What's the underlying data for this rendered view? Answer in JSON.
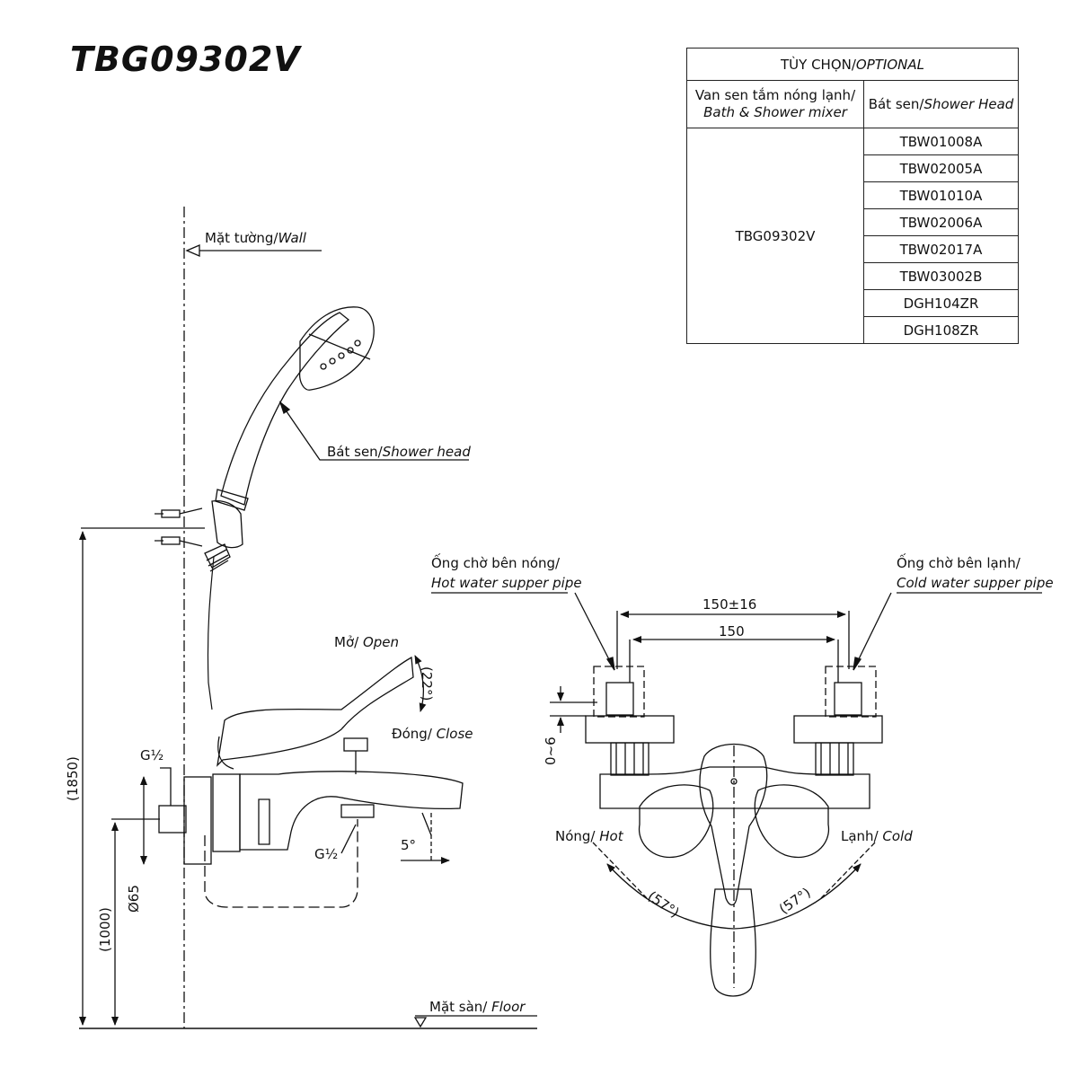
{
  "title": "TBG09302V",
  "table": {
    "header": {
      "vn": "TÙY CHỌN/",
      "en": "OPTIONAL"
    },
    "col1": {
      "vn": "Van sen tắm nóng lạnh/",
      "en": "Bath & Shower mixer"
    },
    "col2": {
      "vn": "Bát sen/",
      "en": "Shower Head"
    },
    "mixer_model": "TBG09302V",
    "shower_heads": [
      "TBW01008A",
      "TBW02005A",
      "TBW01010A",
      "TBW02006A",
      "TBW02017A",
      "TBW03002B",
      "DGH104ZR",
      "DGH108ZR"
    ]
  },
  "side": {
    "wall": {
      "vn": "Mặt tường/",
      "en": "Wall"
    },
    "shower_head": {
      "vn": "Bát sen/",
      "en": "Shower head"
    },
    "open": {
      "vn": "Mở/ ",
      "en": "Open"
    },
    "close": {
      "vn": "Đóng/ ",
      "en": "Close"
    },
    "angle_lever": "(22°)",
    "angle_spout": "5°",
    "thread_in": "G½",
    "thread_out": "G½",
    "dim_total": "(1850)",
    "dim_mixer": "(1000)",
    "dim_cover": "Ø65",
    "floor": {
      "vn": "Mặt sàn/ ",
      "en": "Floor"
    }
  },
  "front": {
    "hot_pipe": {
      "vn": "Ống chờ bên nóng/",
      "en": "Hot water supper pipe"
    },
    "cold_pipe": {
      "vn": "Ống chờ bên lạnh/",
      "en": "Cold water supper pipe"
    },
    "dim_outer": "150±16",
    "dim_inner": "150",
    "dim_offset": "0~6",
    "hot": {
      "vn": "Nóng/ ",
      "en": "Hot"
    },
    "cold": {
      "vn": "Lạnh/ ",
      "en": "Cold"
    },
    "angle_left": "(57°)",
    "angle_right": "(57°)"
  }
}
